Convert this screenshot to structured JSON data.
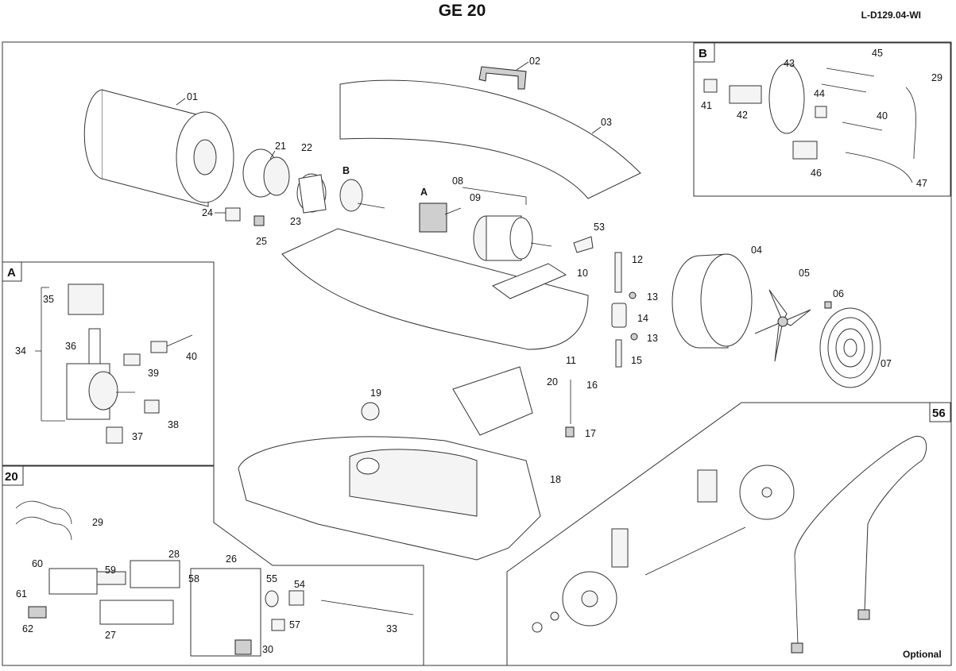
{
  "header": {
    "title": "GE 20",
    "doc_ref": "L-D129.04-WI"
  },
  "sections": {
    "A": "A",
    "B": "B",
    "20": "20",
    "56": "56"
  },
  "optional_label": "Optional",
  "callouts": {
    "c01": "01",
    "c02": "02",
    "c03": "03",
    "c04": "04",
    "c05": "05",
    "c06": "06",
    "c07": "07",
    "c08": "08",
    "c09": "09",
    "c10": "10",
    "c11": "11",
    "c12": "12",
    "c13a": "13",
    "c13b": "13",
    "c14": "14",
    "c15": "15",
    "c16": "16",
    "c17": "17",
    "c18": "18",
    "c19": "19",
    "c20": "20",
    "c21": "21",
    "c22": "22",
    "c23": "23",
    "c24": "24",
    "c25": "25",
    "c53": "53",
    "cA": "A",
    "cB": "B",
    "a34": "34",
    "a35": "35",
    "a36": "36",
    "a37": "37",
    "a38": "38",
    "a39": "39",
    "a40": "40",
    "b29": "29",
    "b40": "40",
    "b41": "41",
    "b42": "42",
    "b43": "43",
    "b44": "44",
    "b45": "45",
    "b46": "46",
    "b47": "47",
    "s26": "26",
    "s27": "27",
    "s28": "28",
    "s29": "29",
    "s30": "30",
    "s33": "33",
    "s54": "54",
    "s55": "55",
    "s57": "57",
    "s58": "58",
    "s59": "59",
    "s60": "60",
    "s61": "61",
    "s62": "62"
  }
}
